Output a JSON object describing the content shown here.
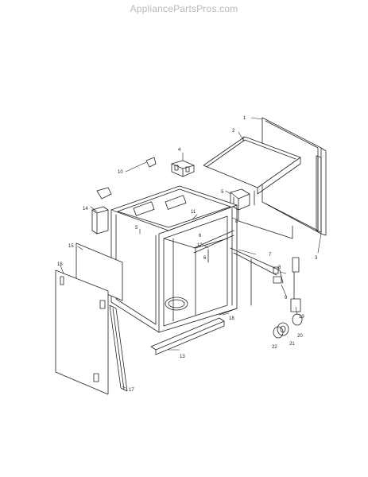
{
  "watermark": "AppliancePartsPros.com",
  "callouts": [
    "1",
    "2",
    "3",
    "4",
    "5",
    "6",
    "7",
    "8",
    "9",
    "10",
    "11",
    "12",
    "13",
    "14",
    "15",
    "16",
    "17",
    "18",
    "19",
    "20",
    "21",
    "22"
  ]
}
